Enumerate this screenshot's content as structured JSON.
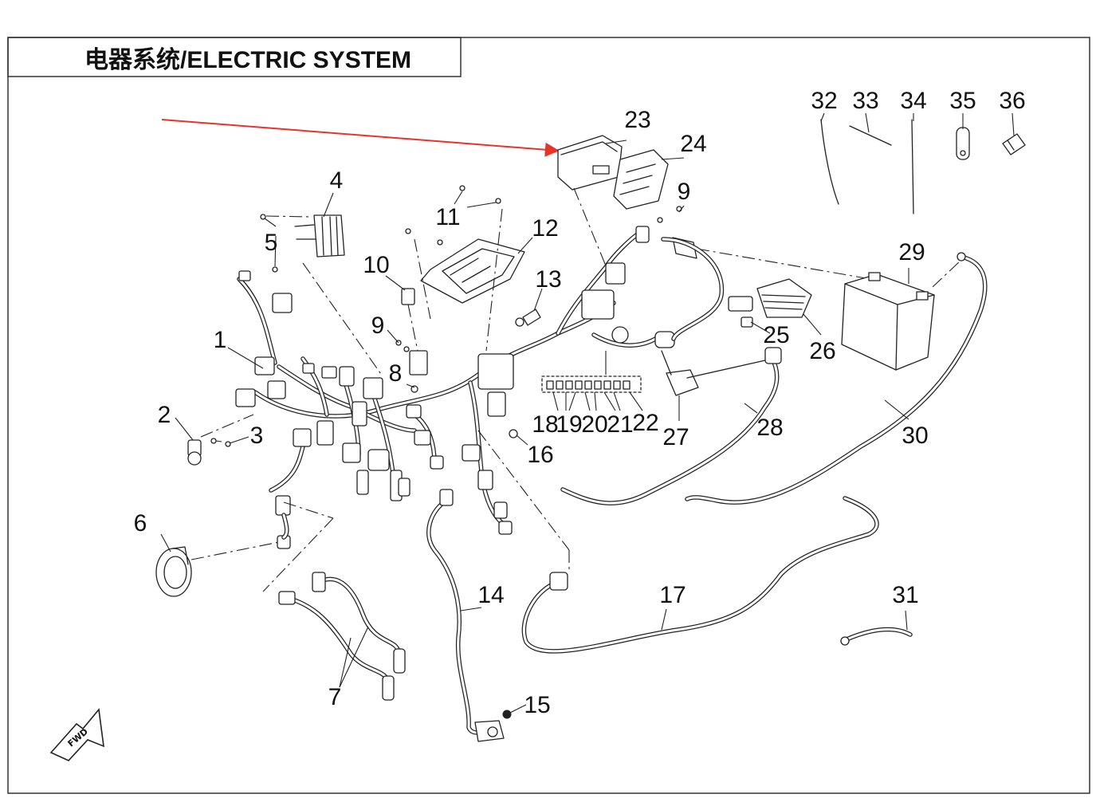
{
  "title": "电器系统/ELECTRIC SYSTEM",
  "fwd_label": "FWD",
  "callouts": {
    "c1": "1",
    "c2": "2",
    "c3": "3",
    "c4": "4",
    "c5": "5",
    "c6": "6",
    "c7": "7",
    "c8": "8",
    "c9a": "9",
    "c9b": "9",
    "c10": "10",
    "c11": "11",
    "c12": "12",
    "c13": "13",
    "c14": "14",
    "c15": "15",
    "c16": "16",
    "c17": "17",
    "c18": "18",
    "c19": "19",
    "c20": "20",
    "c21": "21",
    "c22": "22",
    "c23": "23",
    "c24": "24",
    "c25": "25",
    "c26": "26",
    "c27": "27",
    "c28": "28",
    "c29": "29",
    "c30": "30",
    "c31": "31",
    "c32": "32",
    "c33": "33",
    "c34": "34",
    "c35": "35",
    "c36": "36"
  },
  "colors": {
    "line": "#222222",
    "arrow": "#e5342a",
    "frame": "#333333"
  }
}
